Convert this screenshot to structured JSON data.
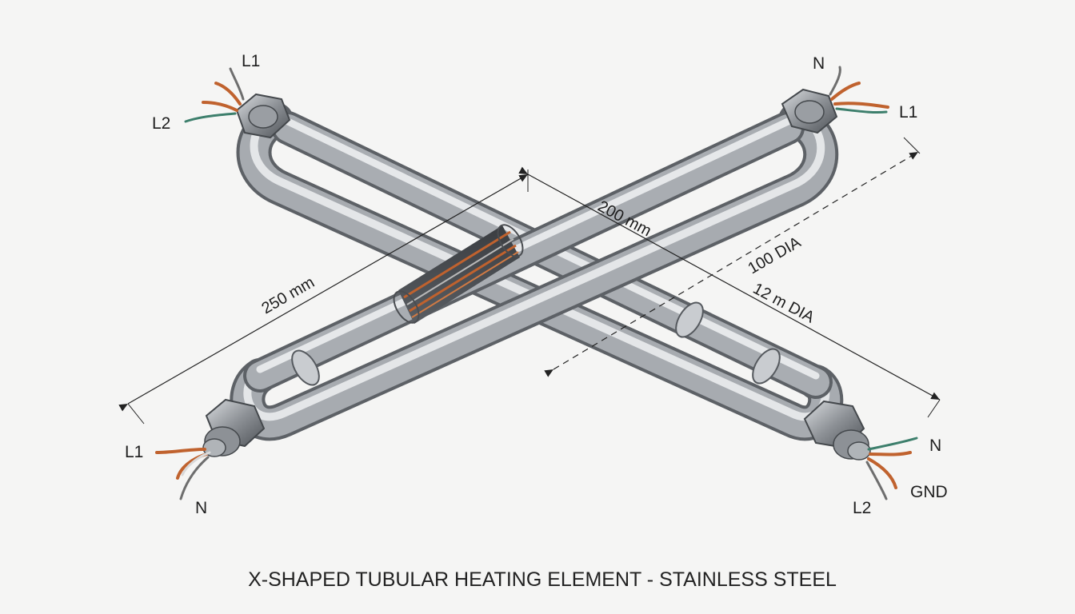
{
  "diagram": {
    "caption": "X-SHAPED TUBULAR HEATING ELEMENT - STAINLESS STEEL",
    "dimensions": {
      "length_a": "250 mm",
      "length_b": "200 mm",
      "dia_outer": "100 DIA",
      "dia_tube": "12 m DIA"
    },
    "terminals": {
      "top_left": {
        "upper": "L1",
        "lower": "L2"
      },
      "top_right": {
        "upper": "N",
        "lower": "L1"
      },
      "bottom_left": {
        "upper": "L1",
        "lower": "N"
      },
      "bottom_right": {
        "upper": "N",
        "middle": "GND",
        "lower": "L2"
      }
    },
    "colors": {
      "steel_dark": "#6f7378",
      "steel_light": "#e9ebed",
      "copper": "#c0622e",
      "wire_green": "#3d7f6c"
    }
  }
}
